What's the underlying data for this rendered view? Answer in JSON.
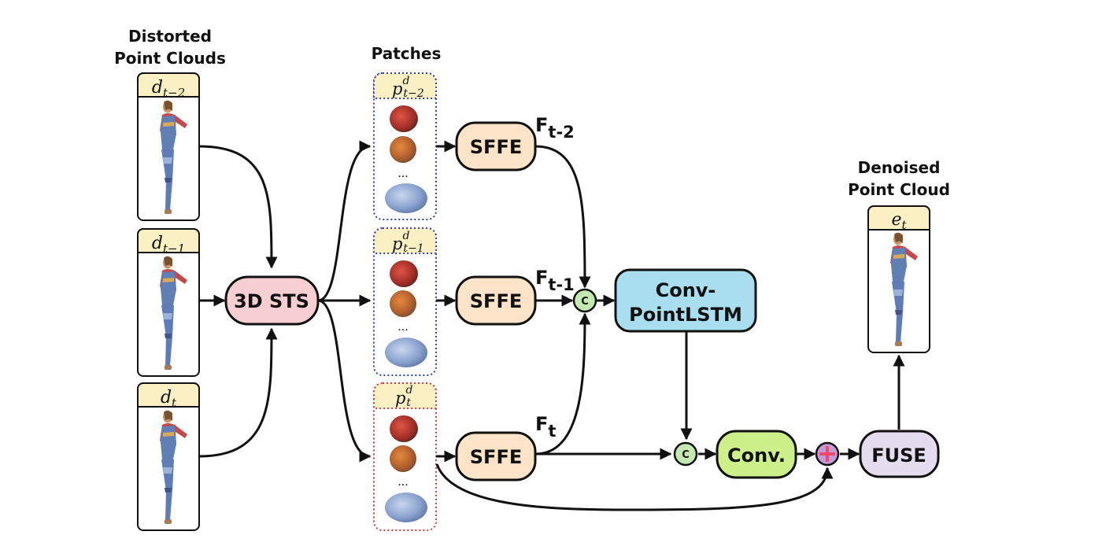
{
  "headings": {
    "inputs_line1": "Distorted",
    "inputs_line2": "Point Clouds",
    "patches": "Patches",
    "output_line1": "Denoised",
    "output_line2": "Point Cloud"
  },
  "frames": [
    {
      "base": "d",
      "sub": "t−2"
    },
    {
      "base": "d",
      "sub": "t−1"
    },
    {
      "base": "d",
      "sub": "t"
    }
  ],
  "patch_groups": [
    {
      "base": "p",
      "sup": "d",
      "sub": "t−2"
    },
    {
      "base": "p",
      "sup": "d",
      "sub": "t−1"
    },
    {
      "base": "p",
      "sup": "d",
      "sub": "t"
    }
  ],
  "ellipsis": "...",
  "nodes": {
    "sts": "3D STS",
    "sffe": "SFFE",
    "lstm_line1": "Conv-",
    "lstm_line2": "PointLSTM",
    "conv": "Conv.",
    "fuse": "FUSE",
    "concat": "C"
  },
  "features": [
    {
      "base": "F",
      "sub": "t-2"
    },
    {
      "base": "F",
      "sub": "t-1"
    },
    {
      "base": "F",
      "sub": "t"
    }
  ],
  "output": {
    "base": "e",
    "sub": "t"
  },
  "colors": {
    "header_fill": "#fbf0c4",
    "sts_fill": "#f7cfd3",
    "sffe_fill": "#fde3c8",
    "lstm_fill": "#a9def0",
    "conv_fill": "#cdf08a",
    "fuse_fill": "#e6dcef",
    "concat_fill": "#c4e8b0",
    "plus_fill": "#c69ad8",
    "plus_sign": "#ef4a6a",
    "patch_border_blue": "#3240a8",
    "patch_border_red": "#d43a3a"
  }
}
